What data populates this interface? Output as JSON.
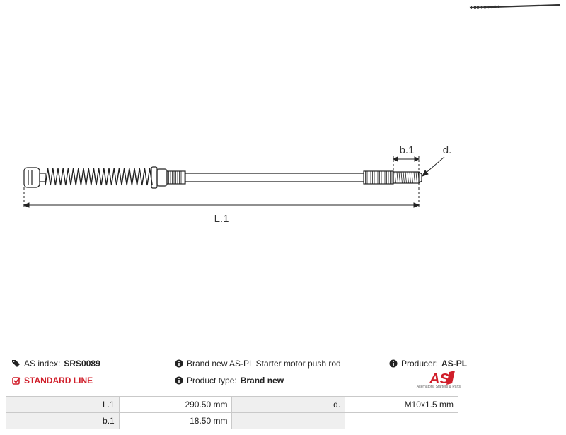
{
  "drawing": {
    "dim_labels": {
      "b1": "b.1",
      "d": "d.",
      "L1": "L.1"
    }
  },
  "info": {
    "as_index_label": "AS index:",
    "as_index_value": "SRS0089",
    "standard_line": "STANDARD LINE",
    "description": "Brand new AS-PL Starter motor push rod",
    "product_type_label": "Product type:",
    "product_type_value": "Brand new",
    "producer_label": "Producer:",
    "producer_value": "AS-PL"
  },
  "logo": {
    "mark": "AS",
    "tagline": "Alternators, Starters & Parts",
    "color": "#d01e2a"
  },
  "spec_table": {
    "rows": [
      [
        {
          "label": "L.1",
          "value": "290.50 mm"
        },
        {
          "label": "d.",
          "value": "M10x1.5 mm"
        }
      ],
      [
        {
          "label": "b.1",
          "value": "18.50 mm"
        },
        {
          "label": "",
          "value": ""
        }
      ]
    ]
  },
  "colors": {
    "accent": "#d01e2a",
    "line": "#222222",
    "table_label_bg": "#efefef"
  }
}
